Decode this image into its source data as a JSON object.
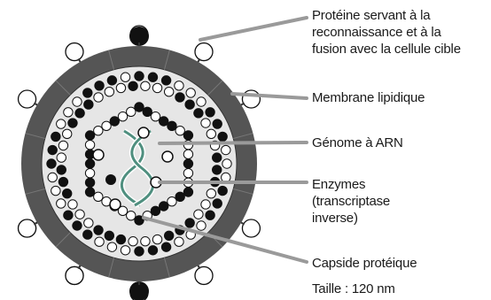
{
  "labels": {
    "proteine_line1": "Protéine servant à la",
    "proteine_line2": "reconnaissance et à la",
    "proteine_line3": "fusion avec la cellule cible",
    "membrane": "Membrane lipidique",
    "genome": "Génome à ARN",
    "enzymes_line1": "Enzymes",
    "enzymes_line2": "(transcriptase",
    "enzymes_line3": "inverse)",
    "capside": "Capside protéique",
    "taille": "Taille : 120 nm"
  },
  "colors": {
    "membrane": "#555555",
    "membrane_inner": "#e6e6e6",
    "dot_dark": "#111111",
    "genome": "#4f8f7f",
    "leader": "#9a9a9a"
  }
}
